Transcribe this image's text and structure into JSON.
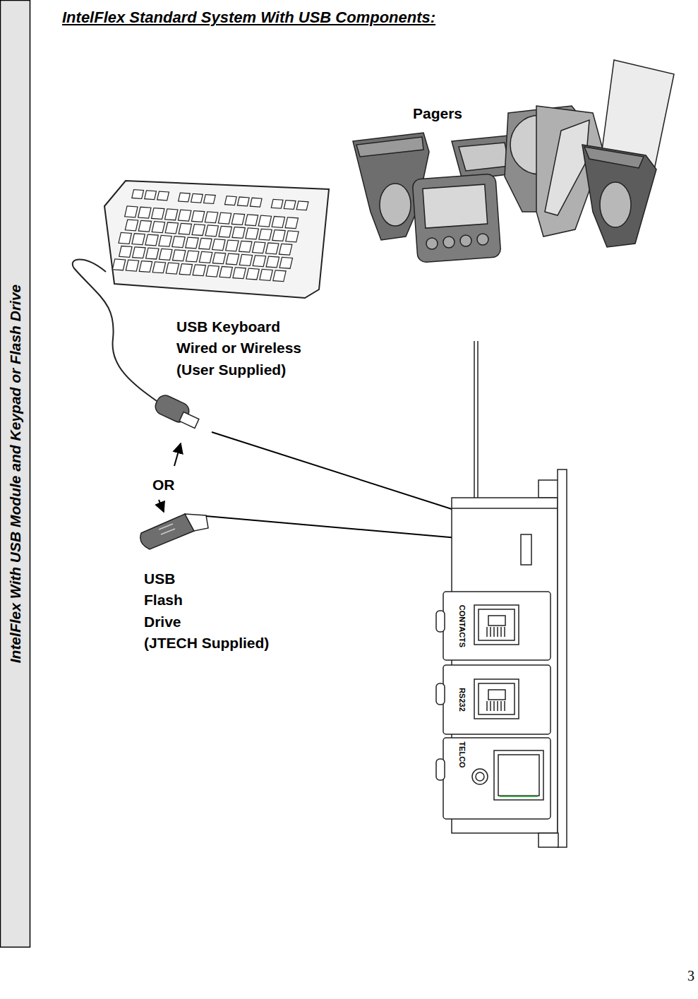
{
  "diagram": {
    "title": "IntelFlex Standard System With USB Components:",
    "nodes": [
      {
        "text": [
          "IntelFlex  With USB Module and Keypad or Flash Drive"
        ]
      },
      {
        "text": [
          "CONTACTS"
        ]
      },
      {
        "text": [
          "RS232"
        ]
      },
      {
        "text": [
          "TELCO"
        ]
      }
    ],
    "labels": [
      "Pagers",
      "USB Keyboard Wired or Wireless (User Supplied)",
      "OR",
      "USB Flash Drive (JTECH Supplied)",
      "3"
    ]
  }
}
